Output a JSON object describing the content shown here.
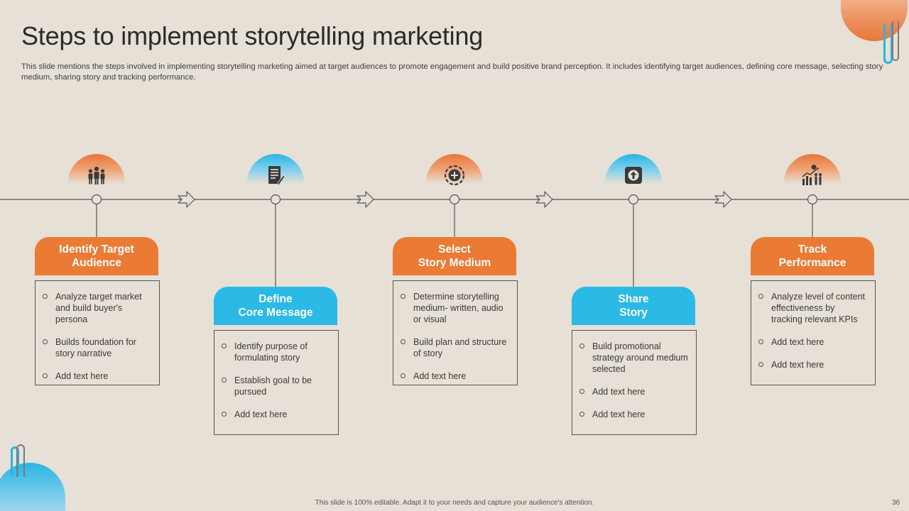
{
  "title": "Steps to implement storytelling marketing",
  "subtitle": "This slide mentions the steps involved in implementing storytelling marketing aimed at target audiences to promote engagement and build positive brand perception. It includes identifying target audiences, defining core message, selecting story medium, sharing story and tracking performance.",
  "steps": [
    {
      "header": "Identify Target\nAudience",
      "color": "orange",
      "icon": "people-group-icon",
      "bullets": [
        "Analyze target market and build buyer's persona",
        "Builds foundation for story narrative",
        "Add text here"
      ]
    },
    {
      "header": "Define\nCore Message",
      "color": "blue",
      "icon": "document-pen-icon",
      "bullets": [
        "Identify purpose of formulating story",
        "Establish goal to be pursued",
        "Add text here"
      ]
    },
    {
      "header": "Select\nStory Medium",
      "color": "orange",
      "icon": "plus-circle-icon",
      "bullets": [
        "Determine storytelling medium- written, audio or visual",
        "Build plan and structure of story",
        "Add text here"
      ]
    },
    {
      "header": "Share\nStory",
      "color": "blue",
      "icon": "upload-share-icon",
      "bullets": [
        "Build promotional strategy around medium selected",
        "Add text here",
        "Add text here"
      ]
    },
    {
      "header": "Track\nPerformance",
      "color": "orange",
      "icon": "growth-chart-icon",
      "bullets": [
        "Analyze level of content effectiveness by tracking relevant KPIs",
        "Add text here",
        "Add text here"
      ]
    }
  ],
  "colors": {
    "orange": "#ea7a34",
    "blue": "#2bb9e5",
    "background": "#e6e0d6"
  },
  "footer": "This slide is 100% editable. Adapt it to your needs and capture your audience's attention.",
  "page_number": "36"
}
